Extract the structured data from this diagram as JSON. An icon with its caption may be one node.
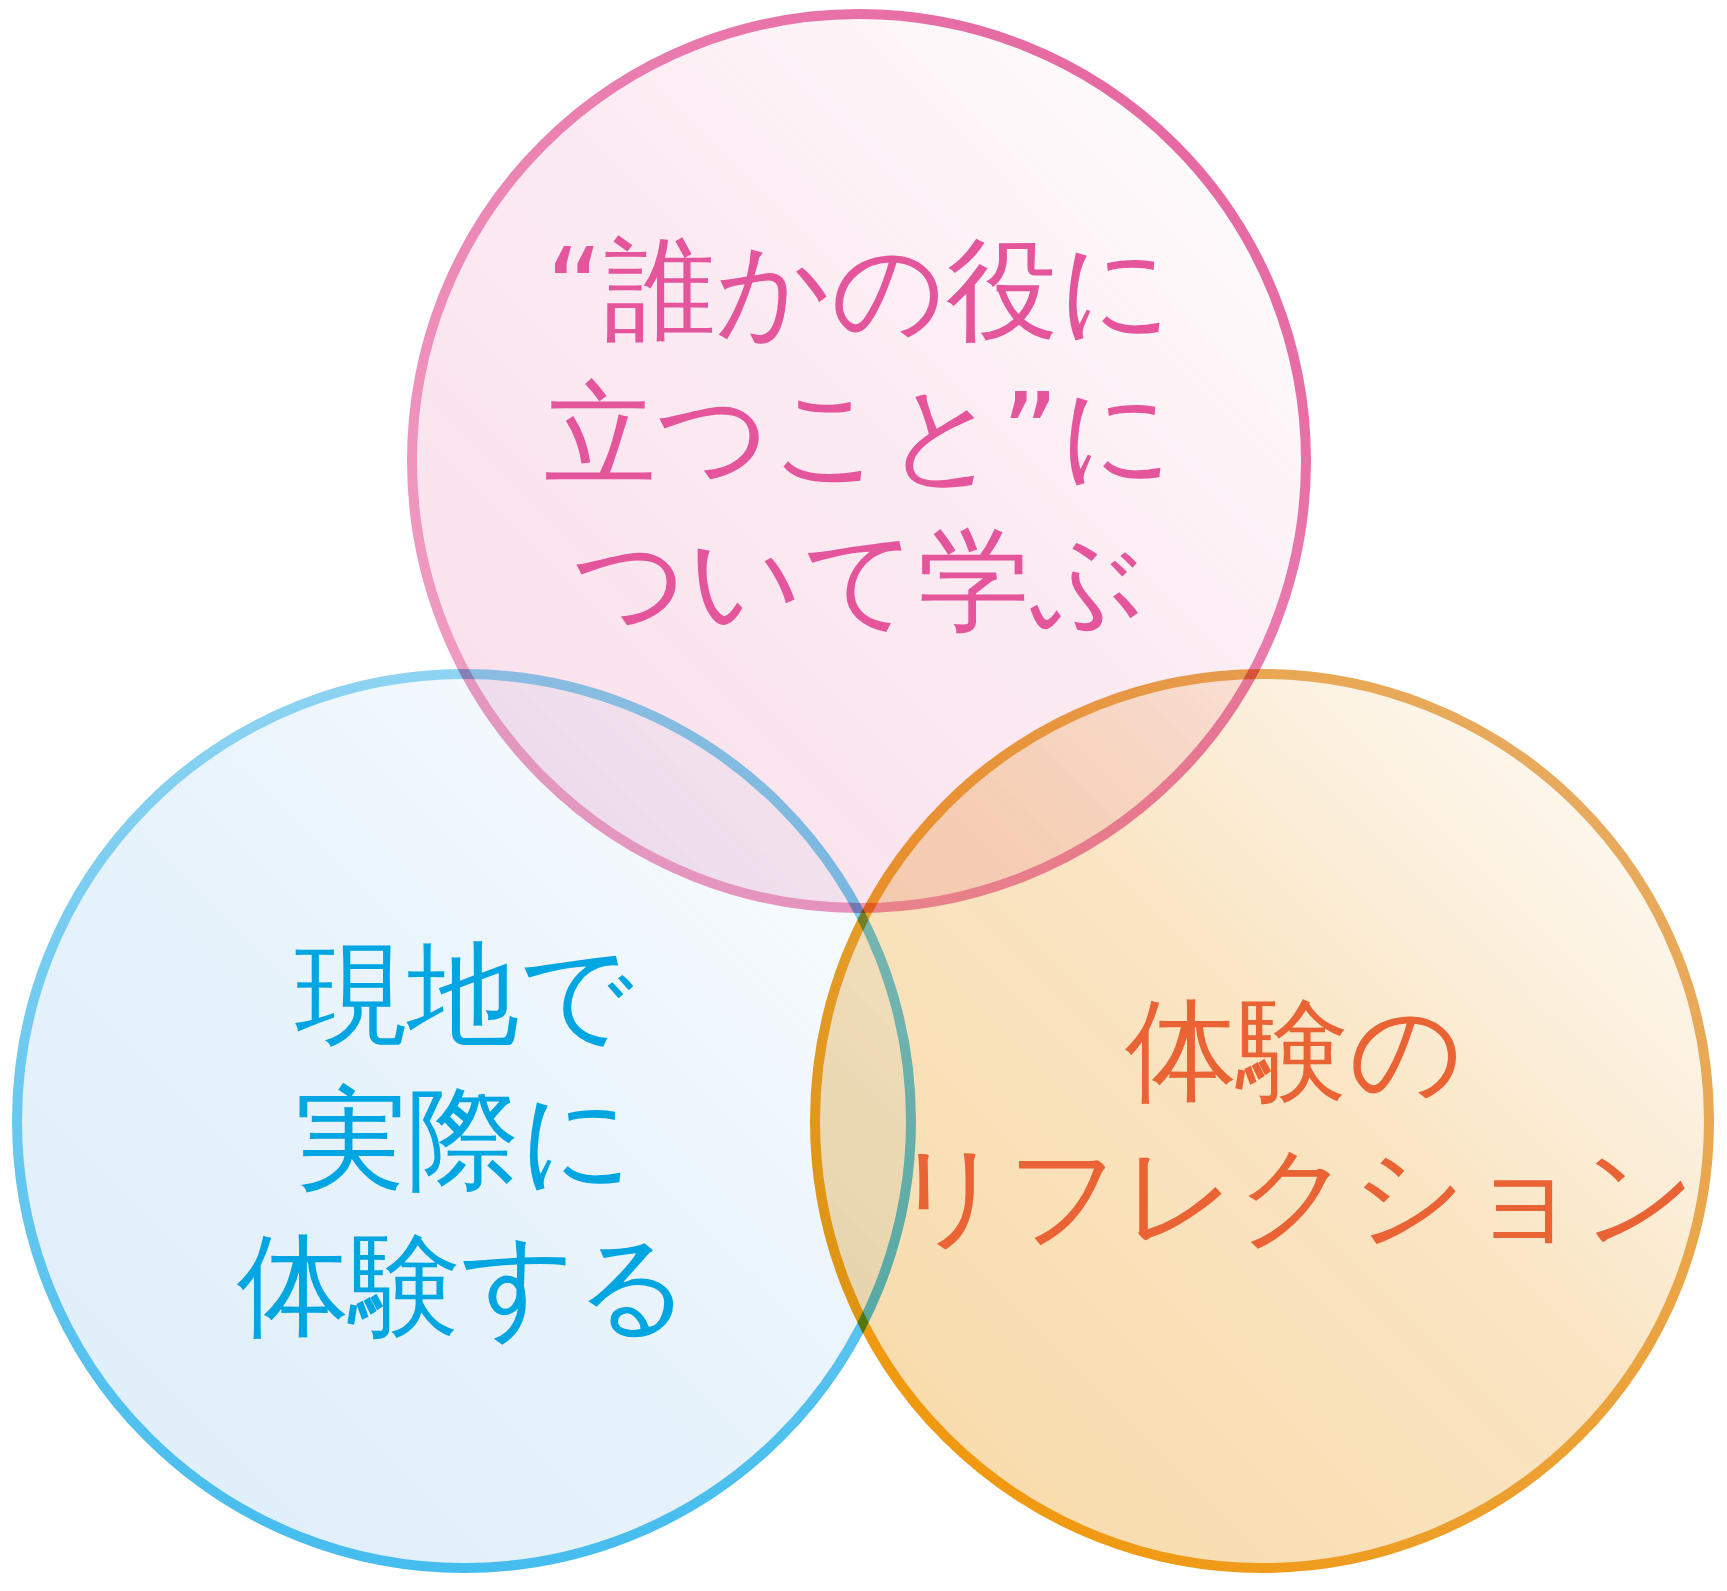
{
  "diagram": {
    "nodes": [
      {
        "text": [
          "“誰かの役に立つこと”について学ぶ"
        ]
      },
      {
        "text": [
          "現地で実際に体験する"
        ]
      },
      {
        "text": [
          "体験のリフレクション"
        ]
      }
    ]
  }
}
